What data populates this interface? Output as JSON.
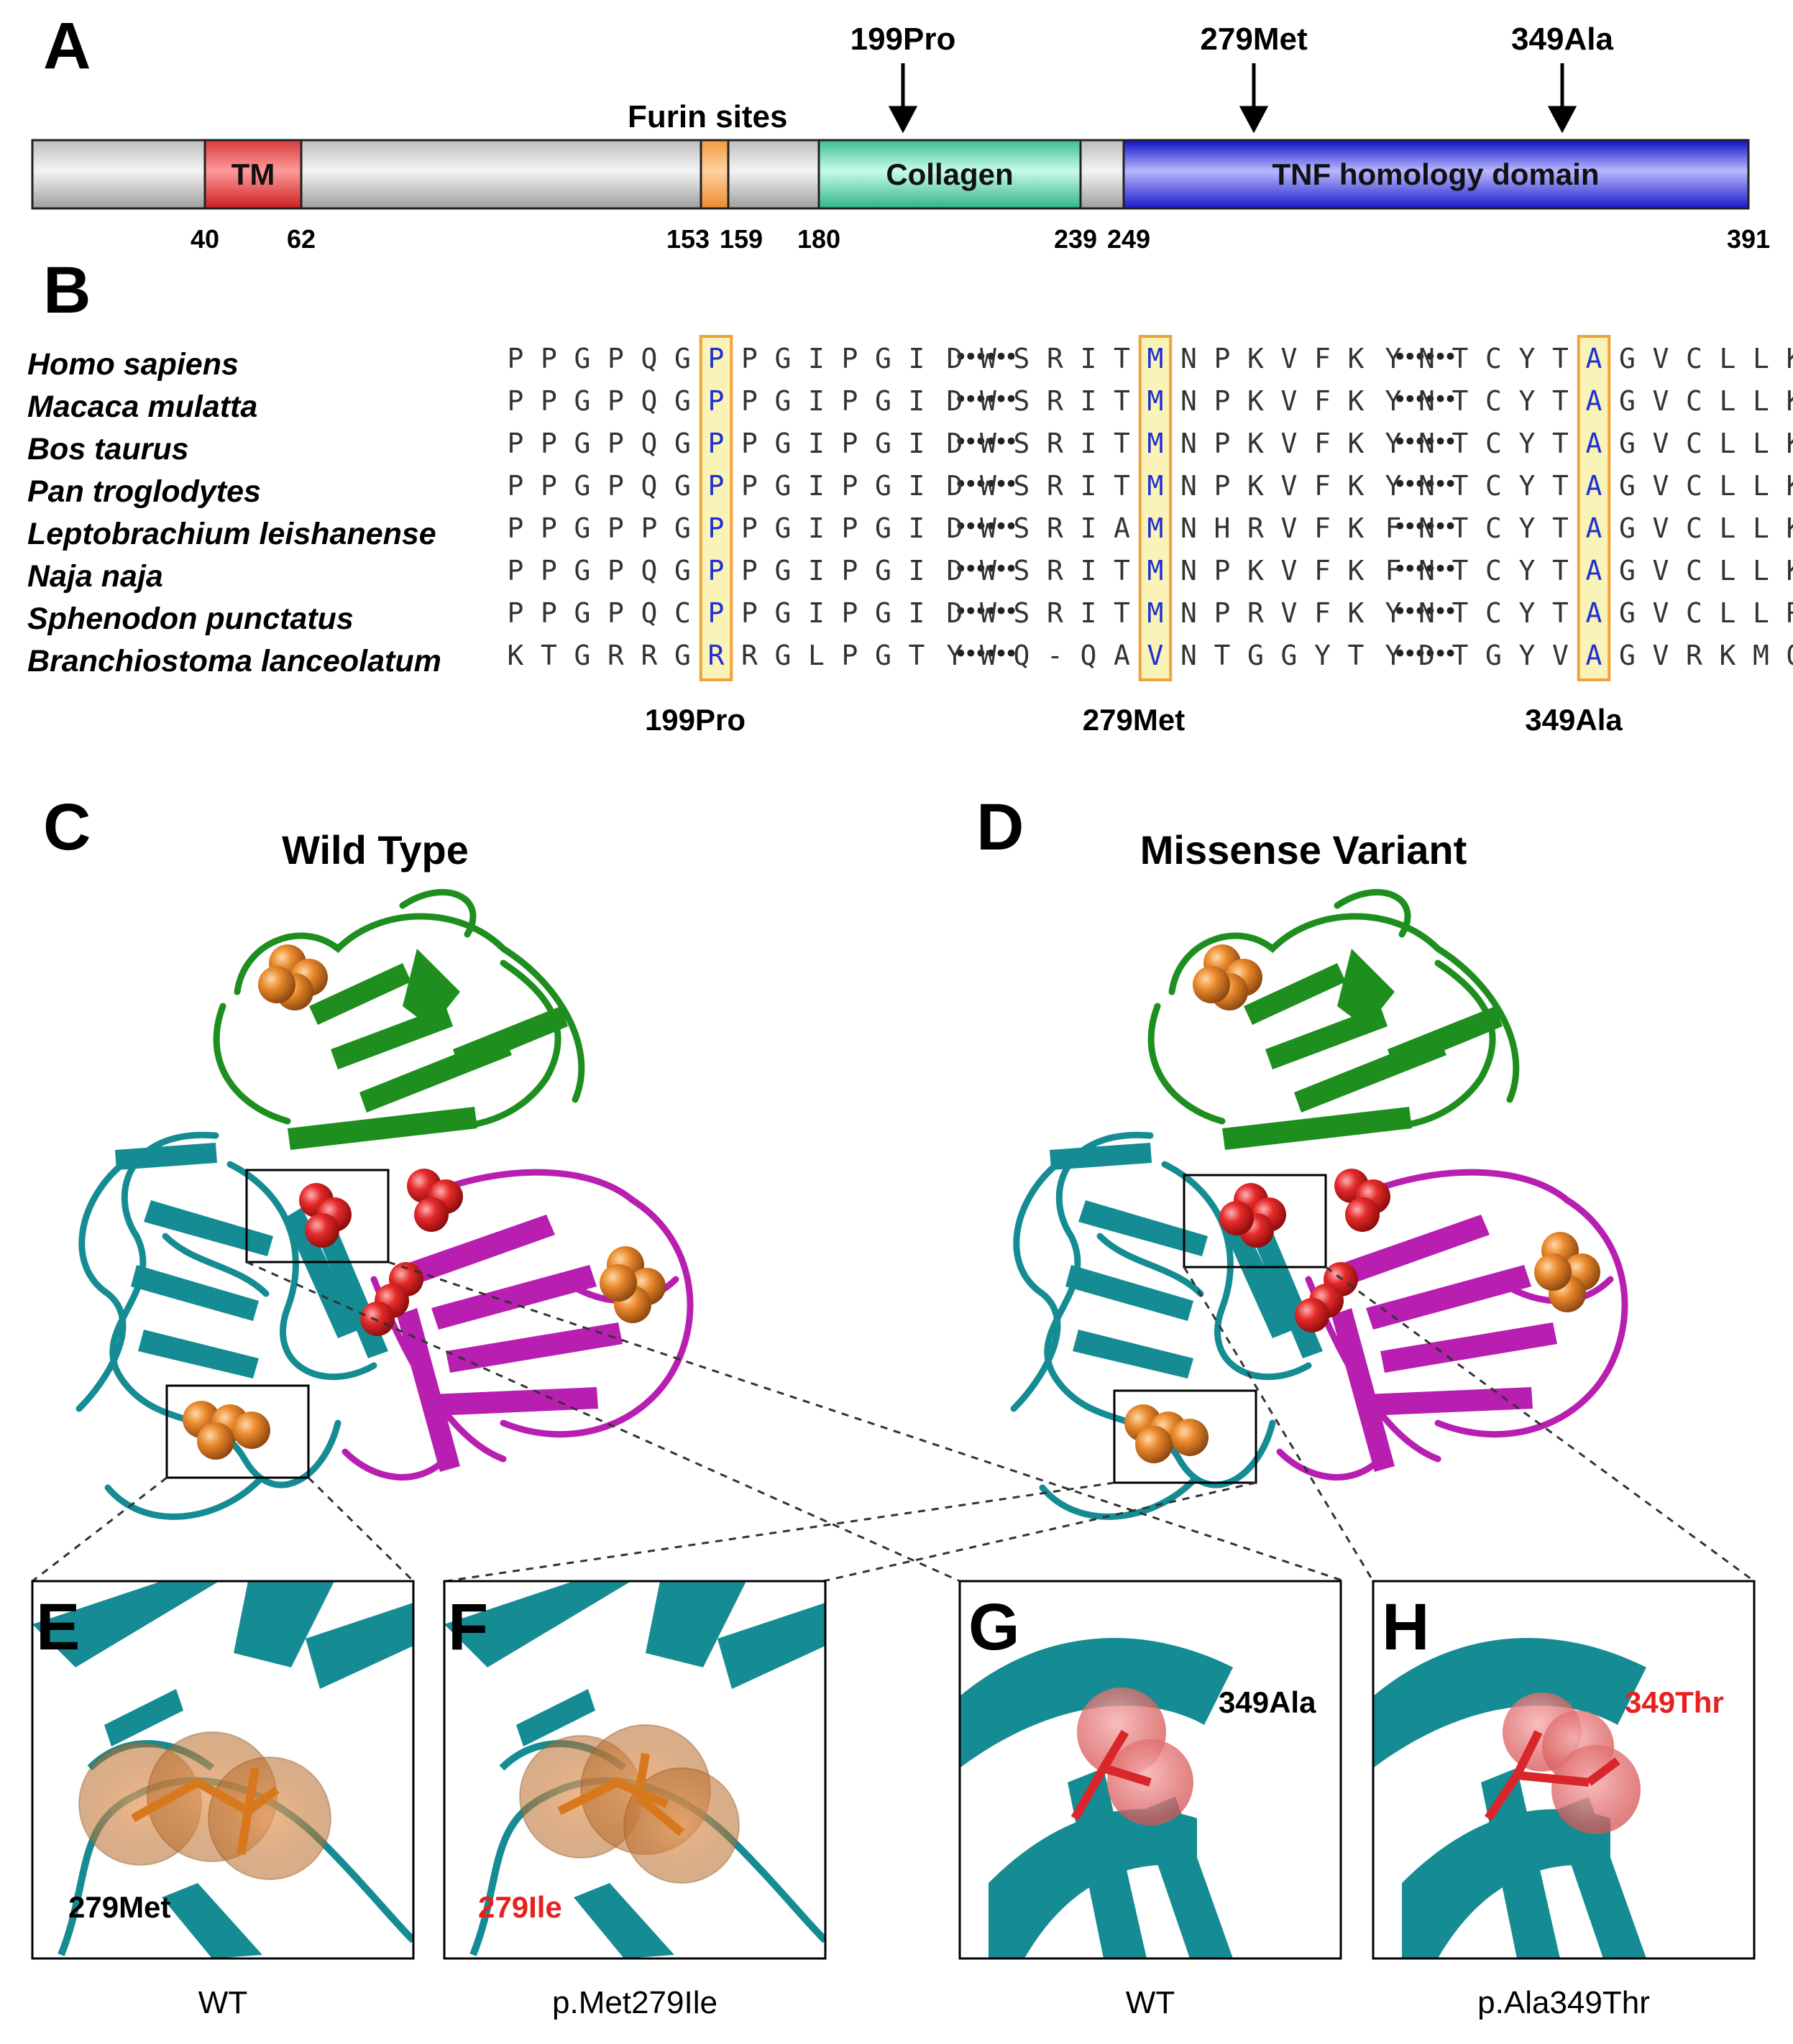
{
  "panels": {
    "A": "A",
    "B": "B",
    "C": "C",
    "D": "D",
    "E": "E",
    "F": "F",
    "G": "G",
    "H": "H"
  },
  "domain_map": {
    "furin_label": "Furin sites",
    "domains": [
      {
        "name": "TM",
        "start": 40,
        "end": 62,
        "color": "#e8474a"
      },
      {
        "name": "",
        "start": 153,
        "end": 159,
        "color": "#f5a356"
      },
      {
        "name": "Collagen",
        "start": 180,
        "end": 239,
        "color": "#3fcf9f"
      },
      {
        "name": "TNF homology domain",
        "start": 249,
        "end": 391,
        "color": "#2323e0"
      }
    ],
    "positions": [
      "40",
      "62",
      "153",
      "159",
      "180",
      "239",
      "249",
      "391"
    ],
    "arrows": [
      "199Pro",
      "279Met",
      "349Ala"
    ]
  },
  "alignment": {
    "species": [
      "Homo sapiens",
      "Macaca mulatta",
      "Bos taurus",
      "Pan troglodytes",
      "Leptobrachium leishanense",
      "Naja naja",
      "Sphenodon punctatus",
      "Branchiostoma lanceolatum"
    ],
    "seg1": [
      "PPGPQGPPGIPGI",
      "PPGPQGPPGIPGI",
      "PPGPQGPPGIPGI",
      "PPGPQGPPGIPGI",
      "PPGPPGPPGIPGI",
      "PPGPQGPPGIPGI",
      "PPGPQCPPGIPGI",
      "KTGRRGRRGLPGT"
    ],
    "seg2": [
      "DWSRITMNPKVFK",
      "DWSRITMNPKVFK",
      "DWSRITMNPKVFK",
      "DWSRITMNPKVFK",
      "DWSRIAMNHRVFK",
      "DWSRITMNPKVFK",
      "DWSRITMNPRVFK",
      "YWQ-QAVNTGGYT"
    ],
    "seg3": [
      "YNTCYTAGVCLLK",
      "YNTCYTAGVCLLK",
      "YNTCYTAGVCLLK",
      "YNTCYTAGVCLLK",
      "FNTCYTAGVCLLK",
      "FNTCYTAGVCLLK",
      "YNTCYTAGVCLLR",
      "YDTGYVAGVRKMQ"
    ],
    "highlight_index": 6,
    "column_labels": [
      "199Pro",
      "279Met",
      "349Ala"
    ],
    "highlight_fill": "#f9f3b8",
    "highlight_border": "#f0a23a",
    "highlight_text": "#1f2fd0"
  },
  "structures": {
    "C_title": "Wild Type",
    "D_title": "Missense Variant",
    "colors": {
      "green": "#1e8f1e",
      "teal": "#158c93",
      "magenta": "#b81fb0",
      "orange": "#d9751c",
      "red": "#d8262b"
    }
  },
  "insets": [
    {
      "letter": "E",
      "residue": "279Met",
      "residue_color": "#000000",
      "caption": "WT"
    },
    {
      "letter": "F",
      "residue": "279Ile",
      "residue_color": "#e8201e",
      "caption": "p.Met279Ile"
    },
    {
      "letter": "G",
      "residue": "349Ala",
      "residue_color": "#000000",
      "caption": "WT"
    },
    {
      "letter": "H",
      "residue": "349Thr",
      "residue_color": "#e8201e",
      "caption": "p.Ala349Thr"
    }
  ]
}
